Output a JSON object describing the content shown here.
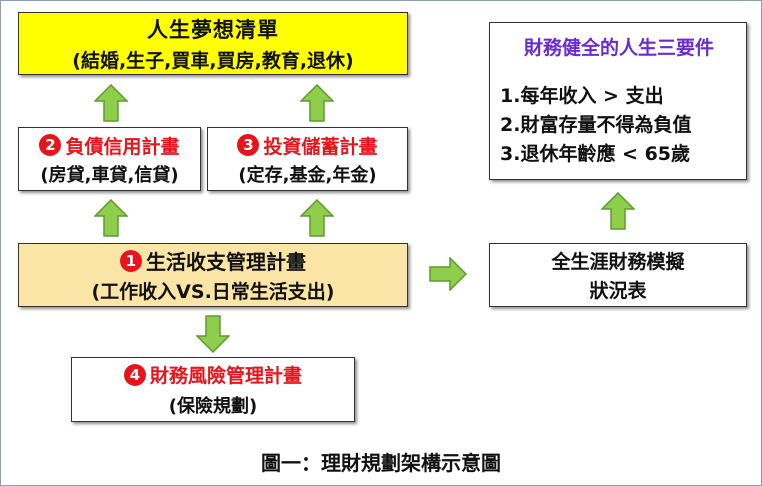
{
  "colors": {
    "dream_fill": "#ffff00",
    "core_fill": "#fbe5a6",
    "arrow_green": "#8ece4a",
    "arrow_stroke": "#5f9a30",
    "accent_red": "#e8141b",
    "title_purple": "#6a2bd0"
  },
  "dream": {
    "title": "人生夢想清單",
    "subtitle": "(結婚,生子,買車,買房,教育,退休)"
  },
  "debt_plan": {
    "badge": "2",
    "title": "負債信用計畫",
    "subtitle": "(房貸,車貸,信貸)"
  },
  "invest_plan": {
    "badge": "3",
    "title": "投資儲蓄計畫",
    "subtitle": "(定存,基金,年金)"
  },
  "life_plan": {
    "badge": "1",
    "title": "生活收支管理計畫",
    "subtitle": "(工作收入VS.日常生活支出)"
  },
  "risk_plan": {
    "badge": "4",
    "title": "財務風險管理計畫",
    "subtitle": "(保險規劃)"
  },
  "simulation": {
    "line1": "全生涯財務模擬",
    "line2": "狀況表"
  },
  "elements": {
    "title": "財務健全的人生三要件",
    "items": [
      "1.每年收入 > 支出",
      "2.財富存量不得為負值",
      "3.退休年齡應 < 65歲"
    ]
  },
  "caption": "圖一：理財規劃架構示意圖"
}
